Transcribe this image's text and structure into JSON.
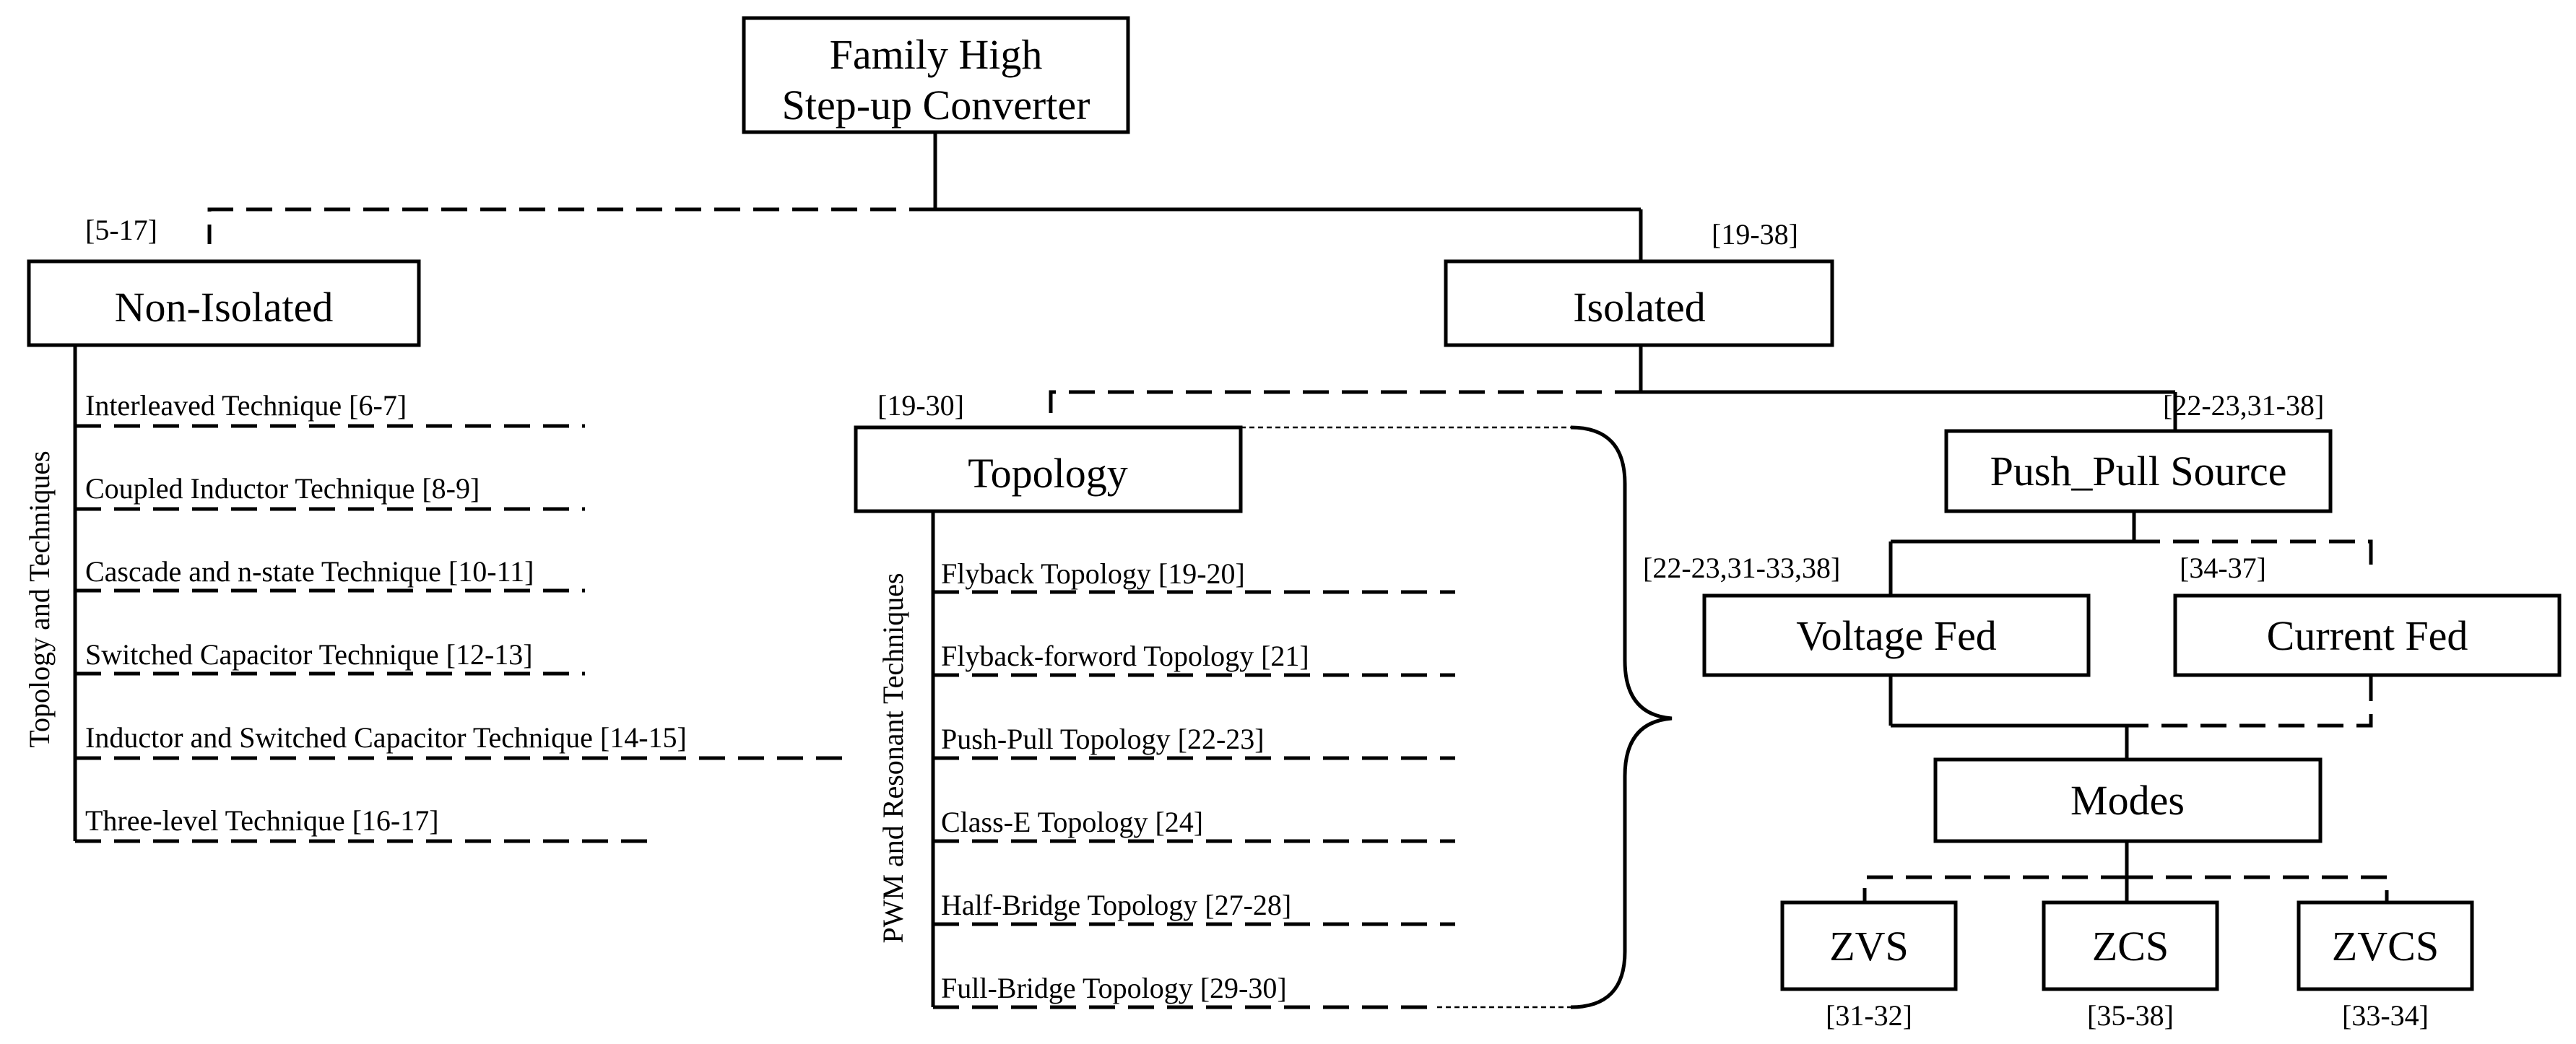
{
  "root": {
    "line1": "Family High",
    "line2": "Step-up Converter"
  },
  "non_isolated": {
    "label": "Non-Isolated",
    "ref": "[5-17]",
    "side_label": "Topology and Techniques",
    "items": [
      "Interleaved Technique [6-7]",
      "Coupled Inductor Technique [8-9]",
      "Cascade and n-state Technique [10-11]",
      "Switched Capacitor Technique [12-13]",
      "Inductor and Switched Capacitor Technique [14-15]",
      "Three-level Technique [16-17]"
    ]
  },
  "isolated": {
    "label": "Isolated",
    "ref": "[19-38]"
  },
  "topology": {
    "label": "Topology",
    "ref": "[19-30]",
    "side_label": "PWM and Resonant Techniques",
    "items": [
      "Flyback Topology [19-20]",
      "Flyback-forword Topology [21]",
      "Push-Pull Topology [22-23]",
      "Class-E Topology [24]",
      "Half-Bridge  Topology [27-28]",
      "Full-Bridge Topology [29-30]"
    ]
  },
  "push_pull": {
    "label": "Push_Pull Source",
    "ref": "[22-23,31-38]",
    "voltage_fed": {
      "label": "Voltage Fed",
      "ref": "[22-23,31-33,38]"
    },
    "current_fed": {
      "label": "Current Fed",
      "ref": "[34-37]"
    },
    "modes": {
      "label": "Modes",
      "items": [
        {
          "label": "ZVS",
          "ref": "[31-32]"
        },
        {
          "label": "ZCS",
          "ref": "[35-38]"
        },
        {
          "label": "ZVCS",
          "ref": "[33-34]"
        }
      ]
    }
  }
}
